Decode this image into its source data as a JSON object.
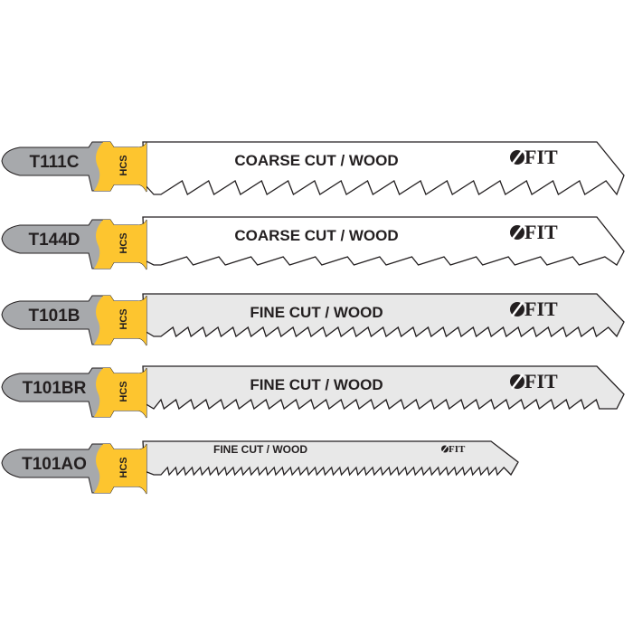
{
  "blades": [
    {
      "model": "T111C",
      "material": "HCS",
      "description": "COARSE CUT / WOOD",
      "brand": "FIT",
      "tooth_style": "coarse-rounded",
      "body_color": "#ffffff"
    },
    {
      "model": "T144D",
      "material": "HCS",
      "description": "COARSE CUT / WOOD",
      "brand": "FIT",
      "tooth_style": "coarse-set",
      "body_color": "#ffffff"
    },
    {
      "model": "T101B",
      "material": "HCS",
      "description": "FINE CUT / WOOD",
      "brand": "FIT",
      "tooth_style": "fine",
      "body_color": "#e8e8e8"
    },
    {
      "model": "T101BR",
      "material": "HCS",
      "description": "FINE CUT / WOOD",
      "brand": "FIT",
      "tooth_style": "fine-reverse",
      "body_color": "#e8e8e8"
    },
    {
      "model": "T101AO",
      "material": "HCS",
      "description": "FINE CUT / WOOD",
      "brand": "FIT",
      "tooth_style": "extra-fine",
      "body_color": "#e8e8e8"
    }
  ],
  "colors": {
    "shank_gray": "#a7a9ac",
    "shank_yellow": "#fdc52f",
    "outline": "#231f20"
  }
}
